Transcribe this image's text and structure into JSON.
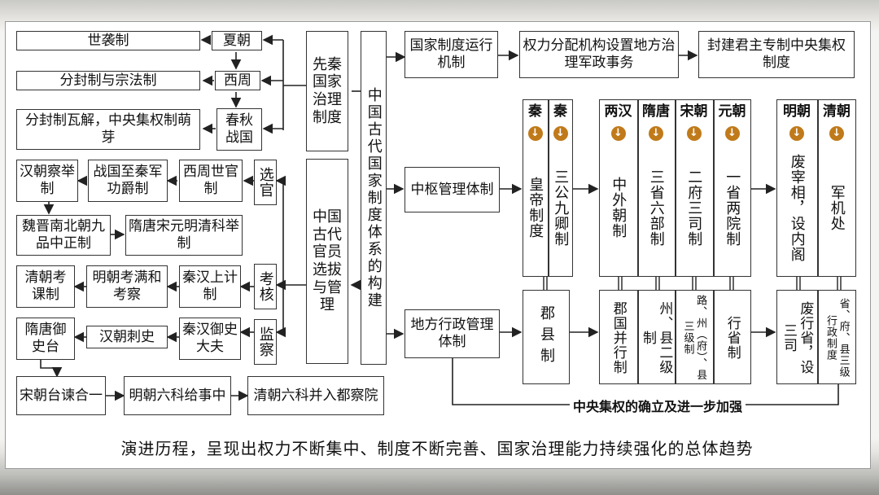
{
  "title_chars": "中国古代国家制度体系的构建",
  "xianqin": {
    "center": "先秦国家治理制度",
    "xia": "夏朝",
    "xizhou": "西周",
    "chunqiu": "春秋战国",
    "shixi": "世袭制",
    "fenfeng": "分封制与宗法制",
    "wajie": "分封制瓦解，中央集权制萌芽"
  },
  "guanyuan": {
    "center": "中国古代官员选拔与管理",
    "xuanguan": "选官",
    "kaohe": "考核",
    "jiancha": "监察",
    "xuanguan_items": [
      "西周世官制",
      "战国至秦军功爵制",
      "汉朝察举制",
      "魏晋南北朝九品中正制",
      "隋唐宋元明清科举制"
    ],
    "kaohe_items": [
      "秦汉上计制",
      "明朝考满和考察",
      "清朝考课制"
    ],
    "jiancha_items": [
      "秦汉御史大夫",
      "汉朝刺史",
      "隋唐御史台",
      "宋朝台谏合一",
      "明朝六科给事中",
      "清朝六科并入都察院"
    ]
  },
  "right": {
    "guojia": "国家制度运行机制",
    "quanli": "权力分配机构设置地方治理军政事务",
    "fengjian": "封建君主专制中央集权制度",
    "zhongshu": "中枢管理体制",
    "difang": "地方行政管理体制",
    "chain_label": "中央集权的确立及进一步加强"
  },
  "central_cols": [
    {
      "dynasty": "秦",
      "text": "皇帝制度"
    },
    {
      "dynasty": "秦",
      "text": "三公九卿制"
    },
    {
      "dynasty": "两汉",
      "text": "中外朝制"
    },
    {
      "dynasty": "隋唐",
      "text": "三省六部制"
    },
    {
      "dynasty": "宋朝",
      "text": "二府三司制"
    },
    {
      "dynasty": "元朝",
      "text": "一省两院制"
    },
    {
      "dynasty": "明朝",
      "text": "废宰相，设内阁"
    },
    {
      "dynasty": "清朝",
      "text": "军机处"
    }
  ],
  "local_cols": [
    "郡县制",
    "郡国并行制",
    "州、县二级制",
    "路、州（府）、县三级制",
    "行省制",
    "废行省，设三司",
    "省、府、县三级行政制度"
  ],
  "caption": "演进历程，呈现出权力不断集中、制度不断完善、国家治理能力持续强化的总体趋势",
  "icon_down": "↓"
}
